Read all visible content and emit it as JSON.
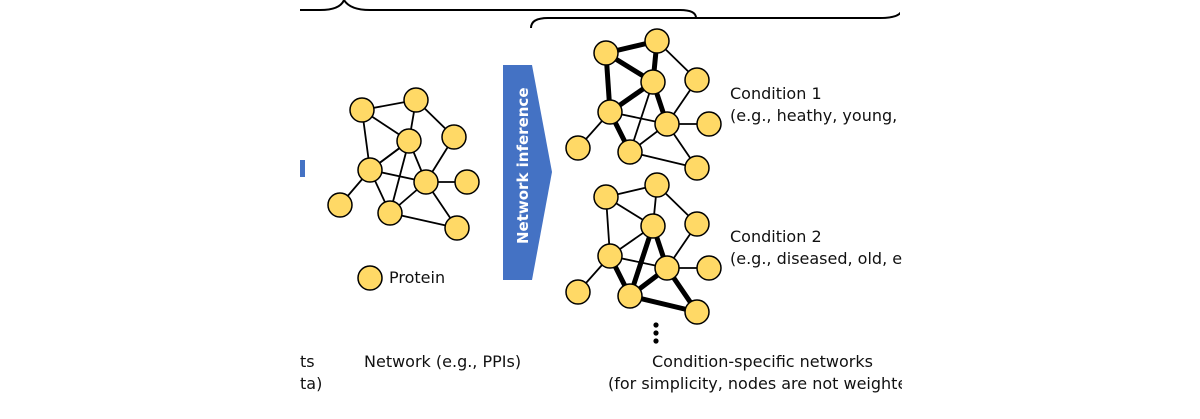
{
  "arrow": {
    "label": "Network inference"
  },
  "legend": {
    "label": "Protein"
  },
  "conditions": [
    {
      "title": "Condition 1",
      "detail": "(e.g., heathy, young, etc"
    },
    {
      "title": "Condition 2",
      "detail": "(e.g., diseased, old, etc."
    }
  ],
  "captions": {
    "left_line1": "ts",
    "left_line2": "ta)",
    "middle": "Network (e.g., PPIs)",
    "right_line1": "Condition-specific networks",
    "right_line2": "(for simplicity, nodes are not weighte"
  },
  "colors": {
    "node_fill": "#FFD966",
    "node_stroke": "#000000",
    "arrow_fill": "#4472C4",
    "edge": "#000000"
  }
}
